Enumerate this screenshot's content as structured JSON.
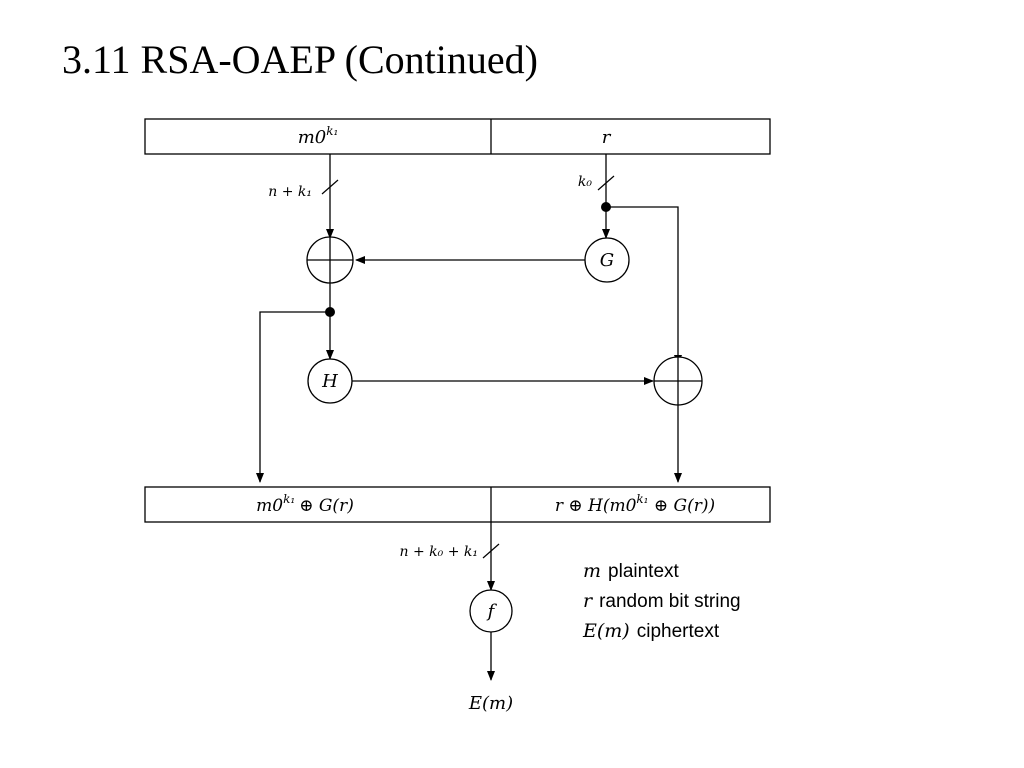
{
  "title": "3.11 RSA-OAEP (Continued)",
  "diagram": {
    "top_block": {
      "left": "m0",
      "left_sup": "k₁",
      "right": "r"
    },
    "bottom_block": {
      "left_pre": "m0",
      "left_sup": "k₁",
      "left_post": "⊕ G(r)",
      "right_pre": "r ⊕ H(m0",
      "right_sup": "k₁",
      "right_post": " ⊕ G(r))"
    },
    "wire_labels": {
      "n_k1": "n + k₁",
      "k0": "k₀",
      "n_k0_k1": "n + k₀ + k₁"
    },
    "nodes": {
      "G": "G",
      "H": "H",
      "f": "f"
    },
    "output": "E(m)"
  },
  "legend": [
    {
      "symbol": "m",
      "text": "plaintext"
    },
    {
      "symbol": "r",
      "text": "random bit string"
    },
    {
      "symbol": "E(m)",
      "text": "ciphertext"
    }
  ]
}
